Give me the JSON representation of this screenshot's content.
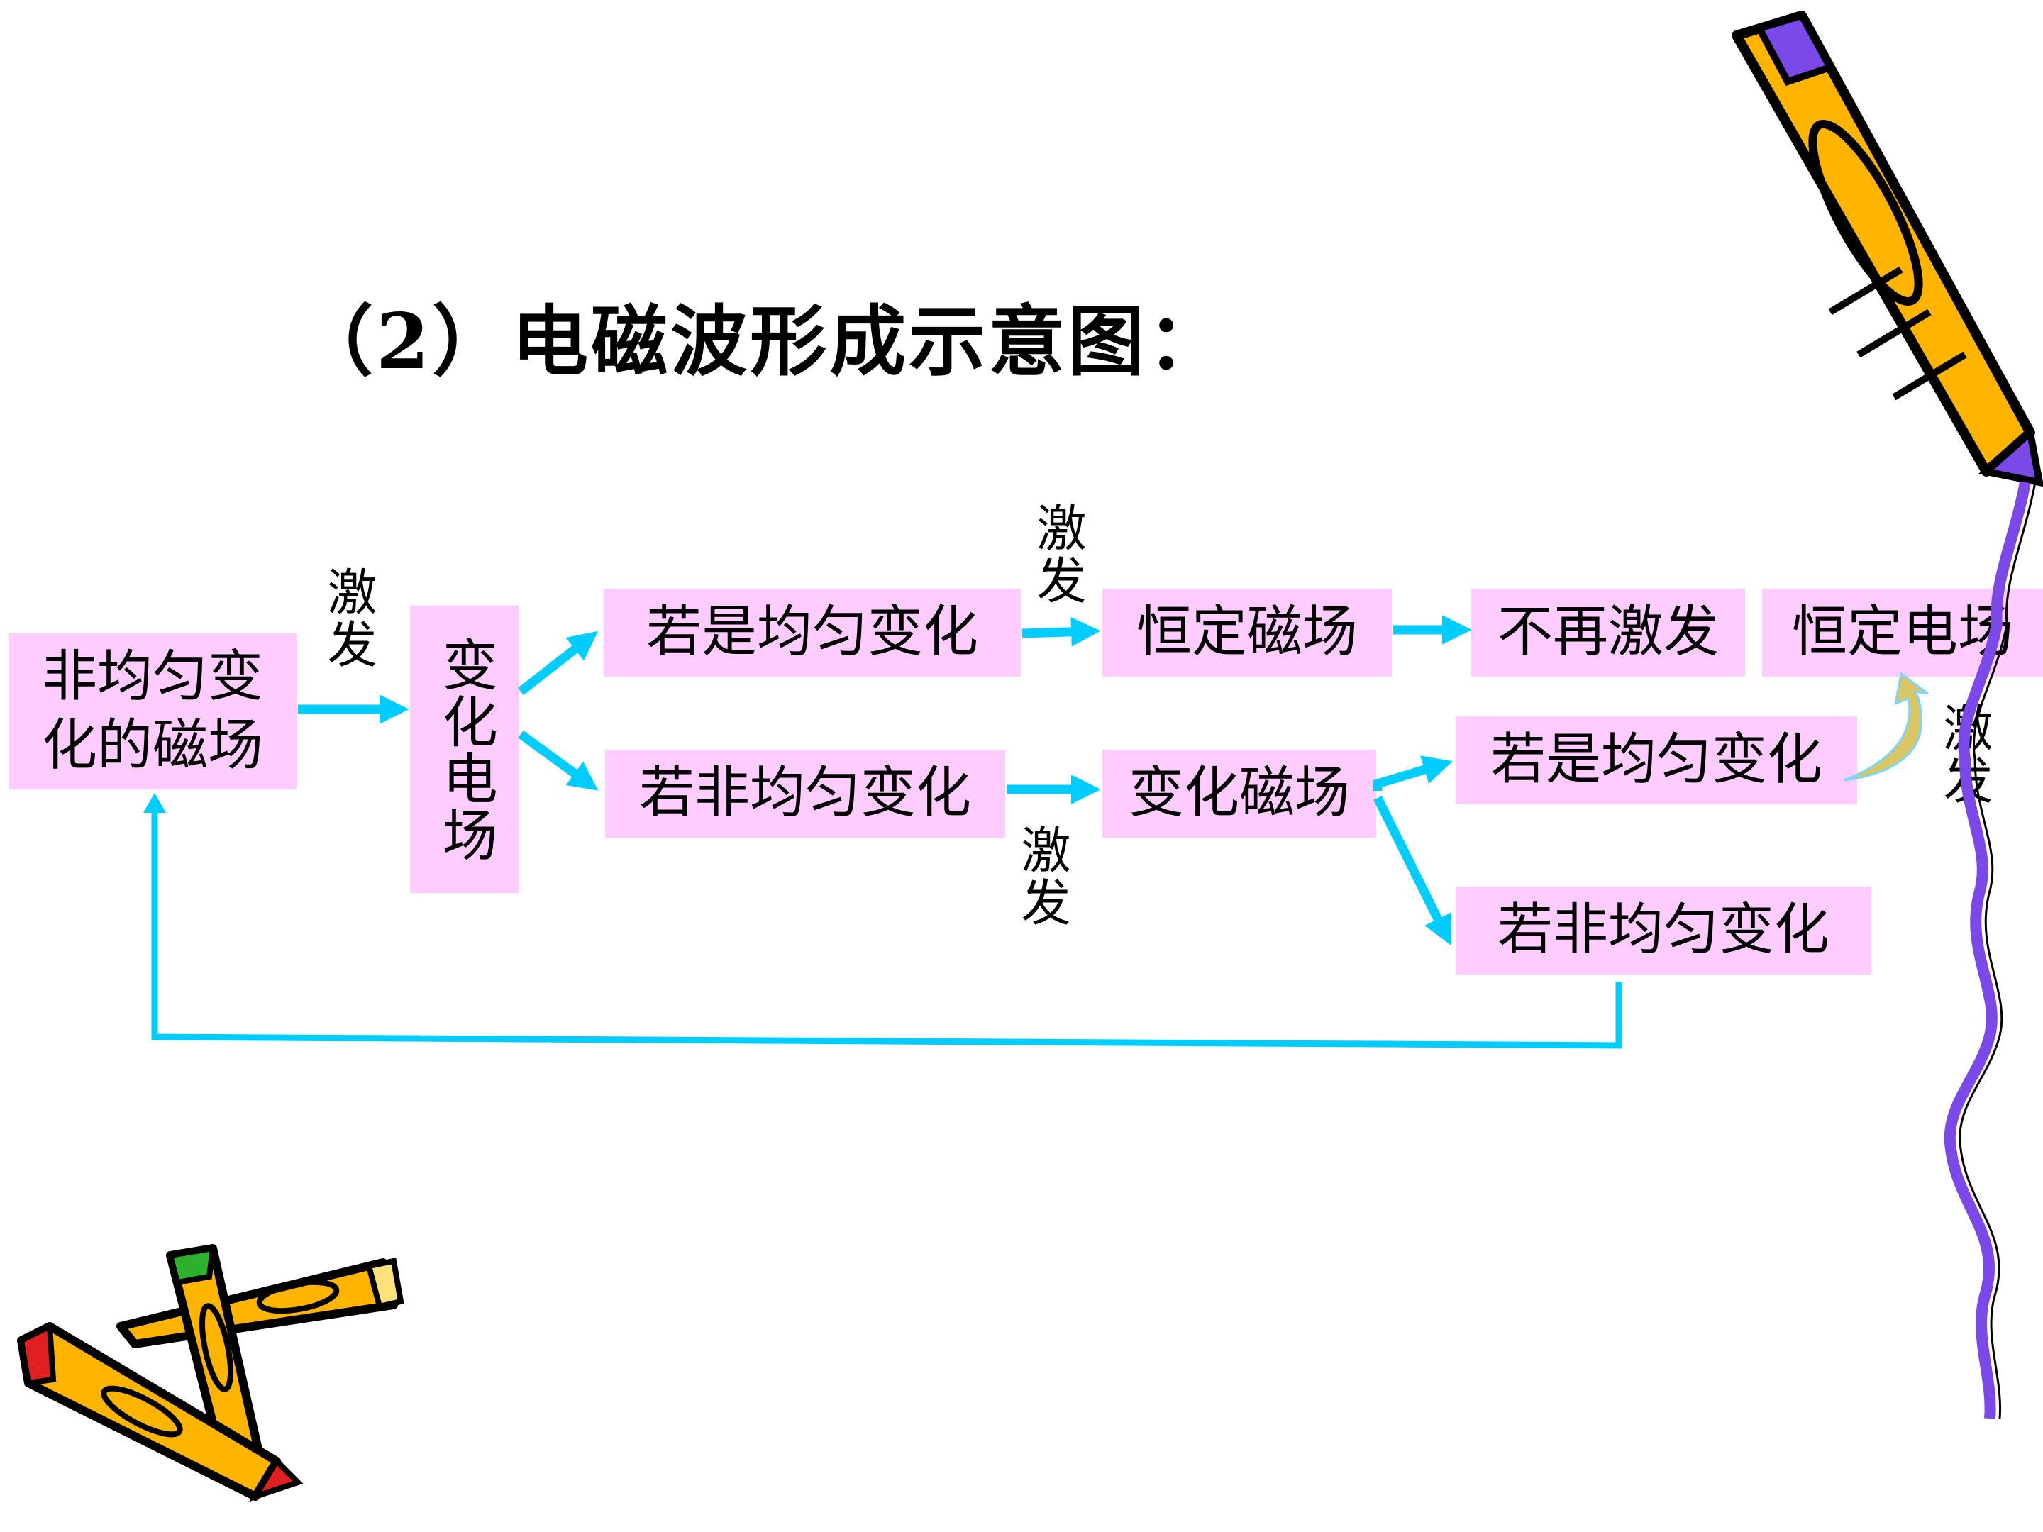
{
  "title": "（2）电磁波形成示意图：",
  "nodes": {
    "nonuniform_magnetic": "非均匀变化的磁场",
    "changing_electric": "变化电场",
    "if_uniform_1": "若是均匀变化",
    "constant_magnetic": "恒定磁场",
    "no_longer_excite": "不再激发",
    "constant_electric": "恒定电场",
    "if_nonuniform_1": "若非均匀变化",
    "changing_magnetic": "变化磁场",
    "if_uniform_2": "若是均匀变化",
    "if_nonuniform_2": "若非均匀变化"
  },
  "labels": {
    "excite_1": "激发",
    "excite_2": "激发",
    "excite_3": "激发",
    "excite_4": "激发"
  },
  "colors": {
    "box_fill": "#ffccff",
    "arrow": "#00ccff",
    "curved_arrow": "#d9c765",
    "pencil_body": "#ffb400",
    "squiggle": "#7b49e8"
  },
  "decorations": {
    "icons": [
      "pencil-icon",
      "crayons-icon",
      "squiggle-line"
    ]
  }
}
